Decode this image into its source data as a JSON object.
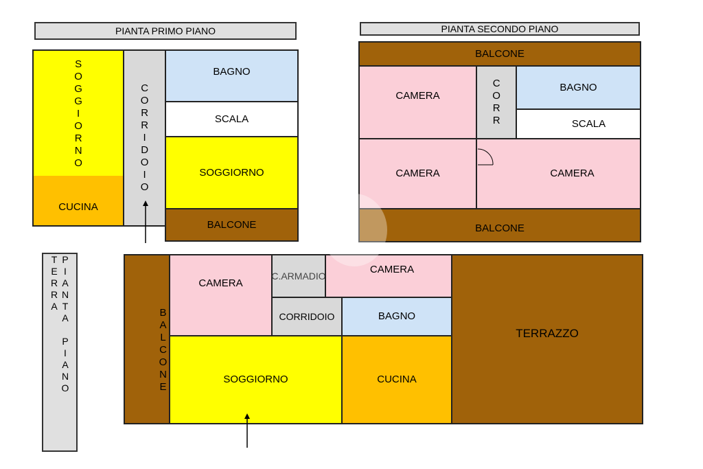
{
  "titles": {
    "first_floor": "PIANTA PRIMO PIANO",
    "second_floor": "PIANTA SECONDO PIANO",
    "ground_floor": "PIANTA PIANO TERRA"
  },
  "first_floor": {
    "soggiorno_left": "SOGGIORNO",
    "cucina": "CUCINA",
    "corridoio": "CORRIDOIO",
    "bagno": "BAGNO",
    "scala": "SCALA",
    "soggiorno_right": "SOGGIORNO",
    "balcone": "BALCONE"
  },
  "second_floor": {
    "balcone_top": "BALCONE",
    "camera_top_left": "CAMERA",
    "corr": "CORR",
    "bagno": "BAGNO",
    "scala": "SCALA",
    "camera_bottom_left": "CAMERA",
    "camera_bottom_right": "CAMERA",
    "balcone_bottom": "BALCONE"
  },
  "ground_floor": {
    "balcone": "BALCONE",
    "camera_left": "CAMERA",
    "c_armadio": "C.ARMADIO",
    "camera_right": "CAMERA",
    "corridoio": "CORRIDOIO",
    "bagno": "BAGNO",
    "soggiorno": "SOGGIORNO",
    "cucina": "CUCINA",
    "terrazzo": "TERRAZZO"
  },
  "colors": {
    "yellow": "#ffff00",
    "orange": "#ffc000",
    "grey": "#d9d9d9",
    "blue": "#cfe3f7",
    "pink": "#fbcfd8",
    "brown": "#a0620a"
  }
}
